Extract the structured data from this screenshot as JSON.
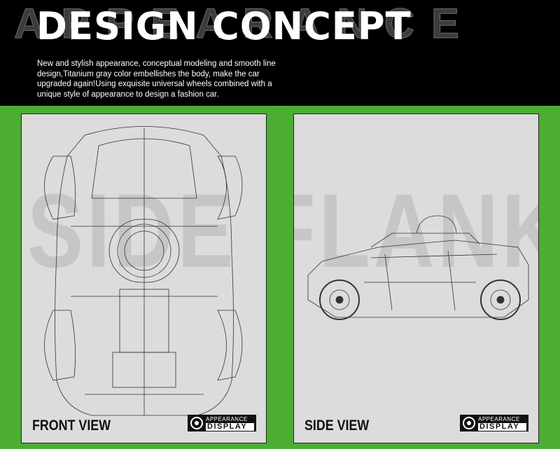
{
  "header": {
    "background_word": "APPEARANCE",
    "title": "DESIGN CONCEPT",
    "description": "New and stylish appearance, conceptual modeling and smooth line design,Titanium gray color embellishes the body, make the car upgraded again!Using exquisite universal wheels combined with a unique style of appearance to design a fashion car."
  },
  "watermark": "SIDE FLANK",
  "panels": [
    {
      "view_label": "FRONT VIEW",
      "badge_top": "APPEARANCE",
      "badge_bottom": "DISPLAY"
    },
    {
      "view_label": "SIDE VIEW",
      "badge_top": "APPEARANCE",
      "badge_bottom": "DISPLAY"
    }
  ],
  "colors": {
    "green": "#4bae32",
    "header": "#000000",
    "panel": "#dcdcdc"
  }
}
